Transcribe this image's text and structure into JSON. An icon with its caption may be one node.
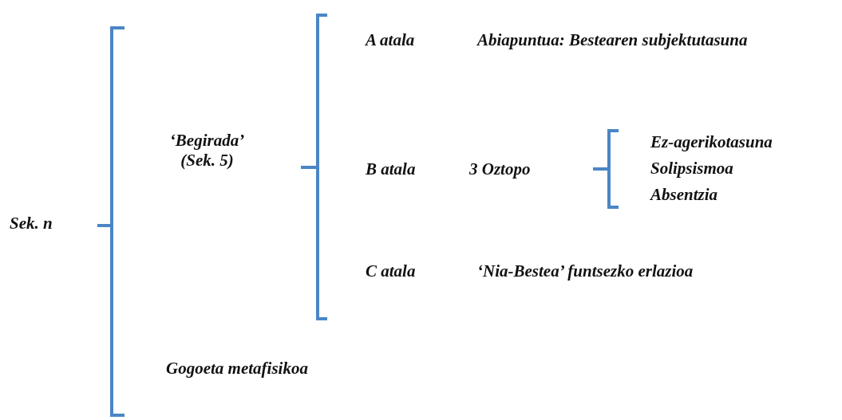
{
  "diagram": {
    "labels": [
      "Sek. n",
      "‘Begirada’ (Sek. 5)",
      "A atala",
      "Abiapuntua: Bestearen subjektutasuna",
      "B atala",
      "3 Oztopo",
      "Ez-agerikotasuna",
      "Solipsismoa",
      "Absentzia",
      "C atala",
      "‘Nia-Bestea’ funtsezko erlazioa",
      "Gogoeta metafisikoa"
    ]
  }
}
